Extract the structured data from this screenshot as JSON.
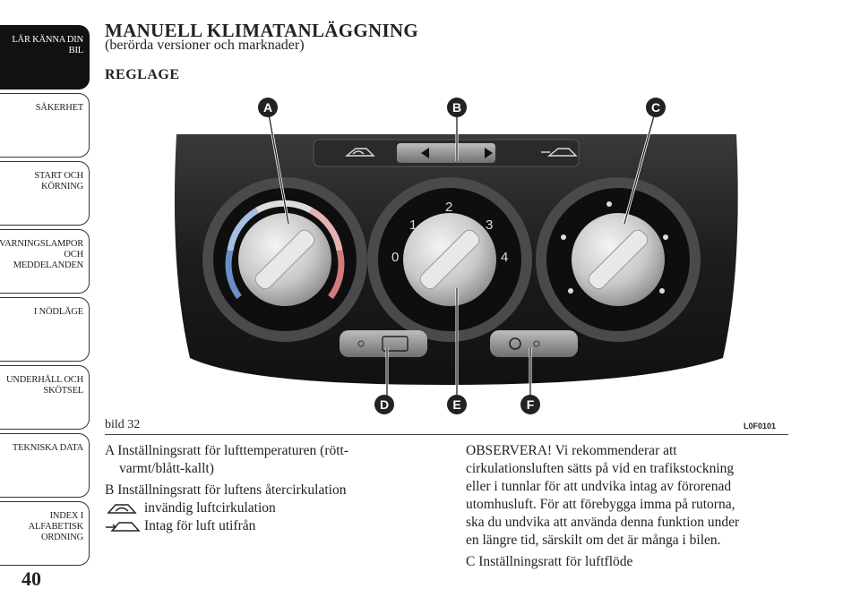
{
  "sidebar": {
    "tabs": [
      {
        "label": "LÄR KÄNNA DIN\nBIL",
        "active": true
      },
      {
        "label": "SÄKERHET",
        "active": false
      },
      {
        "label": "START OCH\nKÖRNING",
        "active": false
      },
      {
        "label": "VARNINGSLAMPOR\nOCH\nMEDDELANDEN",
        "active": false
      },
      {
        "label": "I NÖDLÄGE",
        "active": false
      },
      {
        "label": "UNDERHÅLL OCH\nSKÖTSEL",
        "active": false
      },
      {
        "label": "TEKNISKA DATA",
        "active": false
      },
      {
        "label": "INDEX I\nALFABETISK\nORDNING",
        "active": false
      }
    ]
  },
  "page_number": "40",
  "title": "MANUELL KLIMATANLÄGGNING",
  "subtitle": "(berörda versioner och marknader)",
  "section": "REGLAGE",
  "figure": {
    "caption": "bild 32",
    "code": "L0F0101",
    "callouts": [
      "A",
      "B",
      "C",
      "D",
      "E",
      "F"
    ],
    "fan_numbers": [
      "0",
      "1",
      "2",
      "3",
      "4"
    ]
  },
  "body": {
    "item_a_1": "A  Inställningsratt för lufttemperaturen (rött-",
    "item_a_2": "varmt/blått-kallt)",
    "item_b": "B  Inställningsratt för luftens återcirkulation",
    "item_b_internal": "invändig luftcirkulation",
    "item_b_external": "Intag för luft utifrån",
    "note_1": "OBSERVERA! Vi rekommenderar att",
    "note_2": "cirkulationsluften sätts på vid en trafikstockning",
    "note_3": "eller i tunnlar för att undvika intag av förorenad",
    "note_4": "utomhusluft. För att förebygga imma på rutorna,",
    "note_5": "ska du undvika att använda denna funktion under",
    "note_6": "en längre tid, särskilt om det är många i bilen.",
    "item_c": "C  Inställningsratt för luftflöde"
  },
  "colors": {
    "callout_bg": "#222222",
    "panel": "#1a1a1a"
  }
}
